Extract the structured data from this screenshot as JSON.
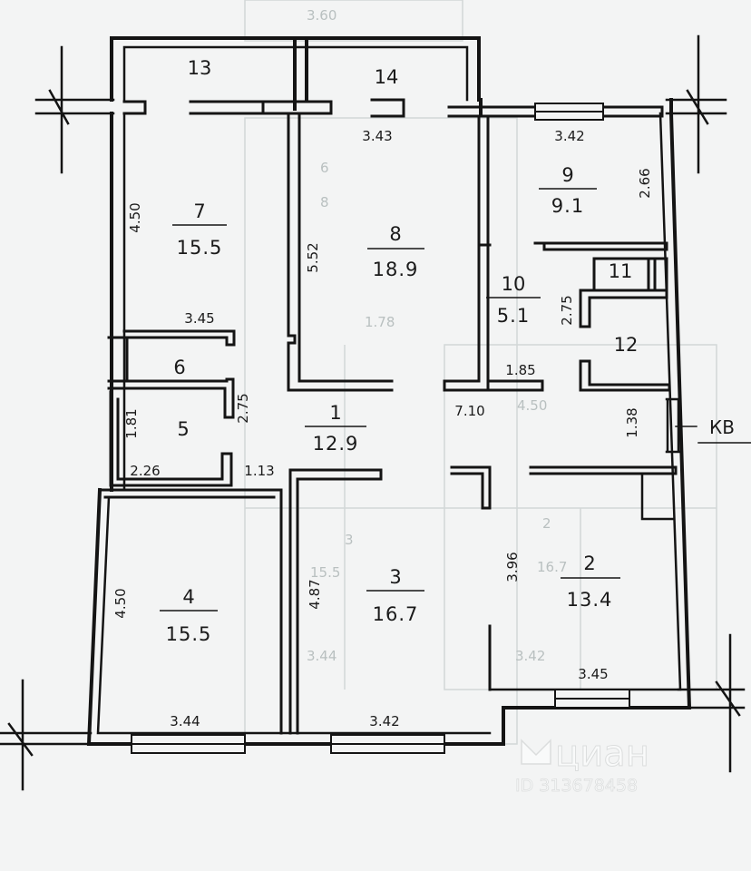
{
  "rooms": [
    {
      "id": "r13",
      "number": "13",
      "area": ""
    },
    {
      "id": "r14",
      "number": "14",
      "area": ""
    },
    {
      "id": "r7",
      "number": "7",
      "area": "15.5"
    },
    {
      "id": "r8",
      "number": "8",
      "area": "18.9"
    },
    {
      "id": "r9",
      "number": "9",
      "area": "9.1"
    },
    {
      "id": "r10",
      "number": "10",
      "area": "5.1"
    },
    {
      "id": "r11",
      "number": "11",
      "area": ""
    },
    {
      "id": "r12",
      "number": "12",
      "area": ""
    },
    {
      "id": "r6",
      "number": "6",
      "area": ""
    },
    {
      "id": "r5",
      "number": "5",
      "area": ""
    },
    {
      "id": "r1",
      "number": "1",
      "area": "12.9"
    },
    {
      "id": "r4",
      "number": "4",
      "area": "15.5"
    },
    {
      "id": "r3",
      "number": "3",
      "area": "16.7"
    },
    {
      "id": "r2",
      "number": "2",
      "area": "13.4"
    }
  ],
  "dimensions": [
    "4.50",
    "3.43",
    "3.42",
    "2.66",
    "5.52",
    "3.45",
    "2.75",
    "1.85",
    "1.81",
    "2.75",
    "2.26",
    "1.13",
    "7.10",
    "1.38",
    "4.50",
    "4.87",
    "3.96",
    "3.45",
    "3.44",
    "3.42"
  ],
  "entrance_label": "КВ",
  "watermark": {
    "brand": "циан",
    "id_text": "ID 313678458"
  },
  "ghost_underlay": [
    "3.60",
    "1.78",
    "4.50",
    "3.44",
    "3.42",
    "16.7",
    "15.5",
    "2",
    "3",
    "6",
    "8"
  ]
}
